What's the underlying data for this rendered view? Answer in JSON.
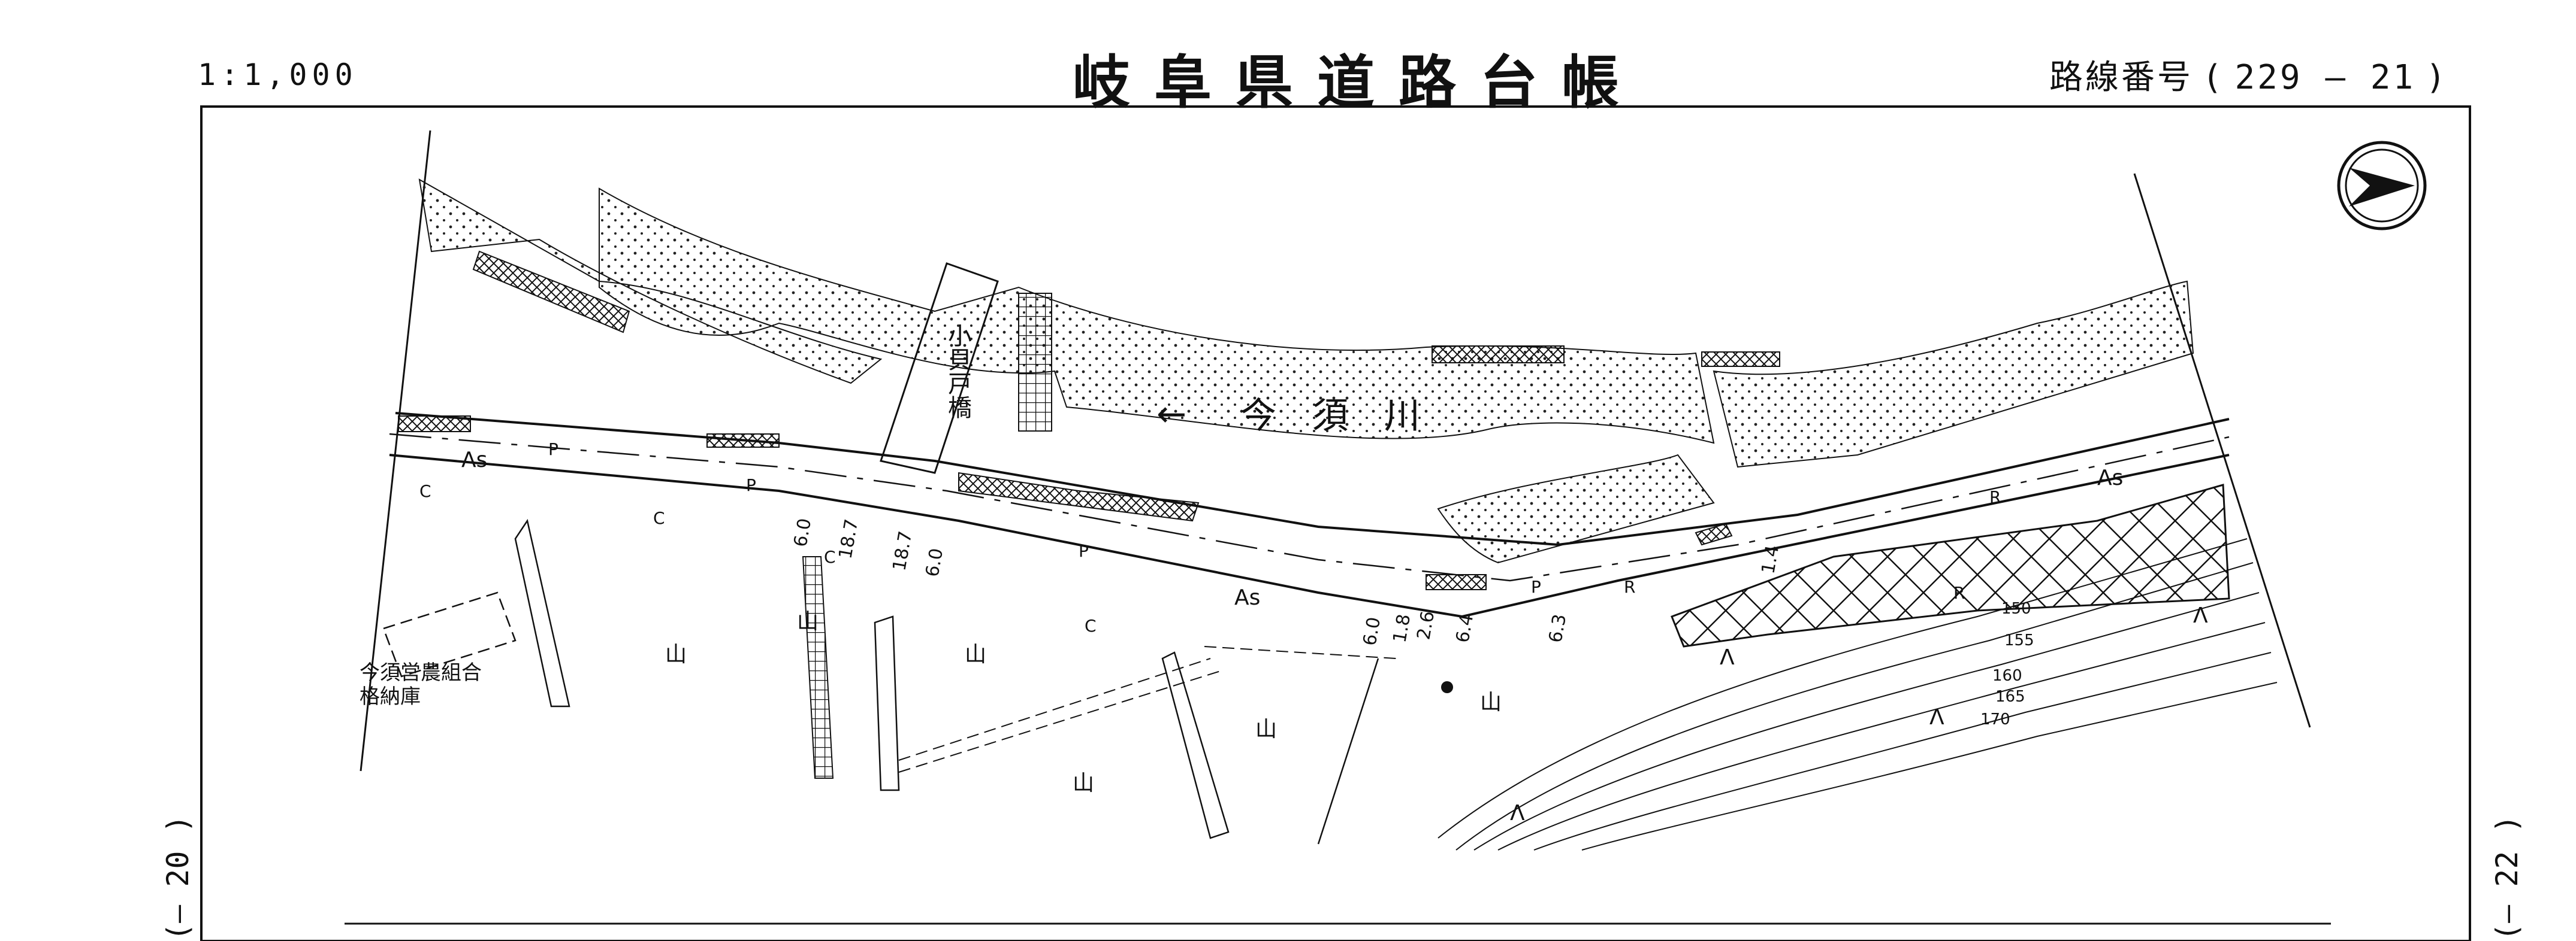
{
  "header": {
    "scale": "1:1,000",
    "title": "岐阜県道路台帳",
    "route_label": "路線番号",
    "route_number": "229 — 21"
  },
  "adjacent_sheets": {
    "left": "(— 20 )",
    "right": "(— 22 )"
  },
  "map": {
    "river_name": "今須川",
    "river_flow_arrow": "←",
    "bridge_name": "小貝戸橋",
    "building_name_line1": "今須営農組合",
    "building_name_line2": "格納庫",
    "surface_labels": [
      "As",
      "As",
      "As"
    ],
    "feature_codes": [
      "P",
      "P",
      "P",
      "P",
      "C",
      "C",
      "C",
      "C",
      "R",
      "R",
      "R"
    ],
    "road_widths": [
      "6.0",
      "18.7",
      "18.7",
      "6.0",
      "6.0",
      "1.8",
      "2.6",
      "6.4",
      "6.3",
      "1.4"
    ],
    "contours": [
      "150",
      "155",
      "160",
      "165",
      "170"
    ],
    "land_use_symbol": "山",
    "forest_symbol": "Λ"
  },
  "colors": {
    "ink": "#111111",
    "paper": "#ffffff"
  }
}
